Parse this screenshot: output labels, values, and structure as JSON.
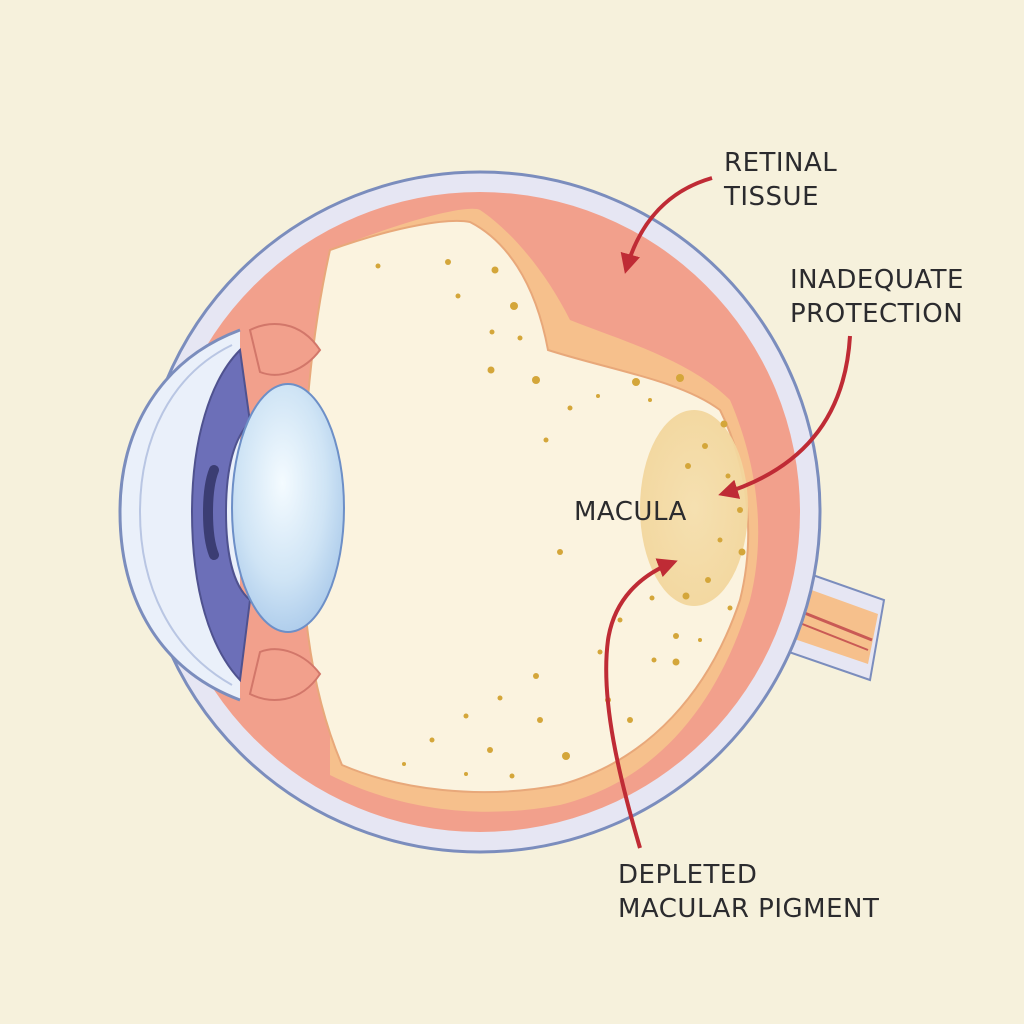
{
  "labels": {
    "retinal_tissue": [
      "RETINAL",
      "TISSUE"
    ],
    "inadequate_protection": [
      "INADEQUATE",
      "PROTECTION"
    ],
    "macula": "MACULA",
    "depleted_pigment": [
      "DEPLETED",
      "MACULAR PIGMENT"
    ]
  },
  "colors": {
    "background": "#f6f1dc",
    "sclera": "#e6e6f3",
    "sclera_outline": "#7b8dbd",
    "choroid": "#f2a08c",
    "retina": "#f6c08c",
    "vitreous": "#fbf3df",
    "macula": "#f5dfae",
    "pigment_dots": "#d4a63a",
    "iris": "#6c6fb8",
    "lens": "#cfe4f5",
    "arrow": "#bf2b35",
    "text": "#2b2b2e"
  }
}
